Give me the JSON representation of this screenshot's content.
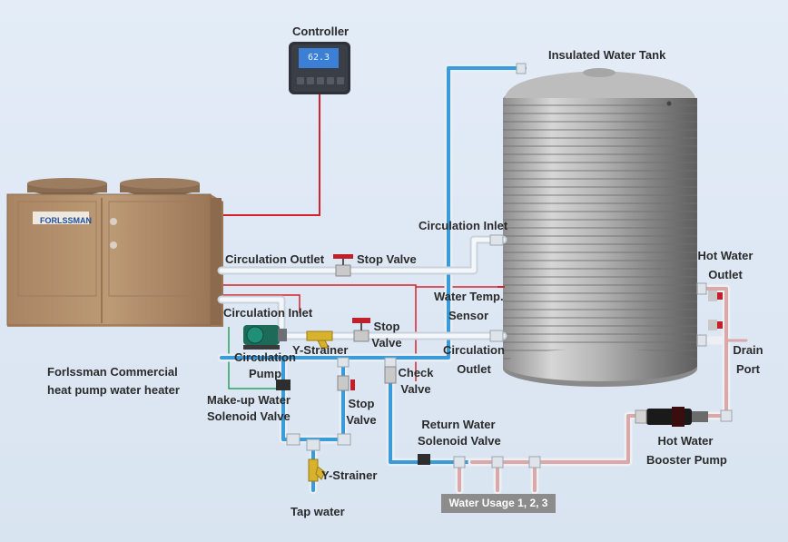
{
  "labels": {
    "controller": "Controller",
    "tank": "Insulated Water Tank",
    "circulation_inlet_tank": "Circulation Inlet",
    "circulation_outlet_unit": "Circulation Outlet",
    "stop_valve_top": "Stop Valve",
    "water_temp_sensor_l1": "Water Temp.",
    "water_temp_sensor_l2": "Sensor",
    "circulation_inlet_unit": "Circulation Inlet",
    "stop_valve_mid_l1": "Stop",
    "stop_valve_mid_l2": "Valve",
    "y_strainer_top": "Y-Strainer",
    "circulation_pump_l1": "Circulation",
    "circulation_pump_l2": "Pump",
    "circulation_outlet_tank_l1": "Circulation",
    "circulation_outlet_tank_l2": "Outlet",
    "check_valve_l1": "Check",
    "check_valve_l2": "Valve",
    "makeup_valve_l1": "Make-up Water",
    "makeup_valve_l2": "Solenoid Valve",
    "stop_valve_low_l1": "Stop",
    "stop_valve_low_l2": "Valve",
    "return_valve_l1": "Return Water",
    "return_valve_l2": "Solenoid Valve",
    "y_strainer_bottom": "Y-Strainer",
    "tap_water": "Tap water",
    "water_usage": "Water Usage 1, 2, 3",
    "hot_water_outlet_l1": "Hot Water",
    "hot_water_outlet_l2": "Outlet",
    "drain_port_l1": "Drain",
    "drain_port_l2": "Port",
    "booster_pump_l1": "Hot Water",
    "booster_pump_l2": "Booster Pump",
    "caption_l1": "Forlssman Commercial",
    "caption_l2": "heat pump water heater"
  },
  "brand": "FORLSSMAN",
  "controller_display": "62.3",
  "colors": {
    "background": "#dde7f3",
    "cold_pipe_core": "#3b9bd8",
    "hot_pipe_core": "#d9a8a8",
    "wire_red": "#d8202a",
    "unit_body": "#b3906a",
    "tank_steel": "#a8a8a8",
    "usage_badge": "#8c8c8c"
  }
}
